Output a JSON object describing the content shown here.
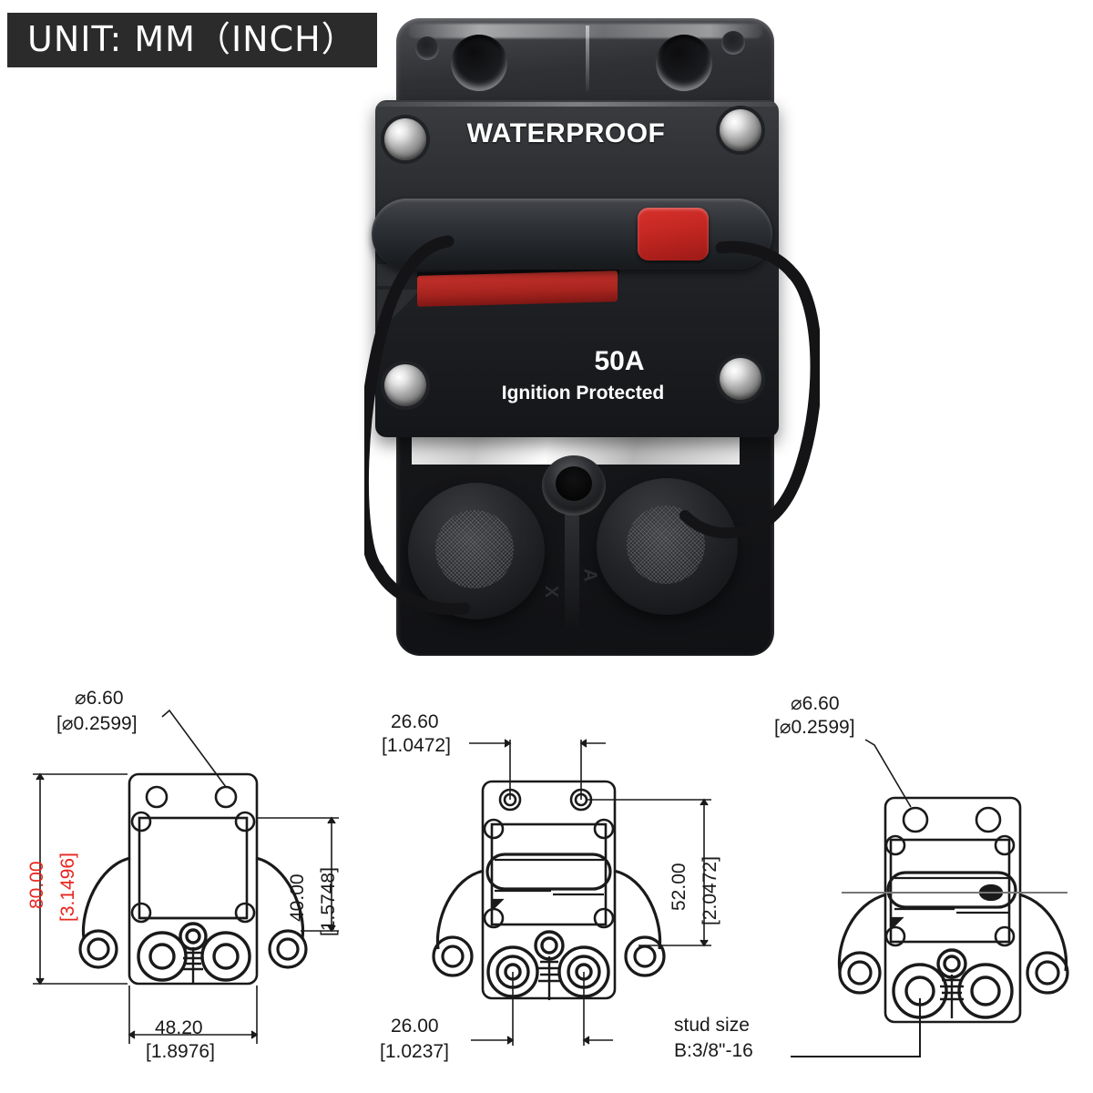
{
  "badge": {
    "unit_label": "UNIT: MM（INCH）"
  },
  "product": {
    "brand_text": "WATERPROOF",
    "amperage": "50A",
    "certification": "Ignition Protected",
    "terminal_mark_left": "X",
    "terminal_mark_right": "A",
    "colors": {
      "body": "#232529",
      "reset_button": "#c32722",
      "reset_strip": "#a8241f",
      "screw": "#c9c9c9"
    }
  },
  "drawings": [
    {
      "id": "front-view",
      "labels": {
        "hole_dia_mm": "⌀6.60",
        "hole_dia_in": "[⌀0.2599]",
        "height_mm": "80.00",
        "height_in": "[3.1496]",
        "hole_spacing_mm": "40.00",
        "hole_spacing_in": "[1.5748]",
        "width_mm": "48.20",
        "width_in": "[1.8976]"
      }
    },
    {
      "id": "middle-view",
      "labels": {
        "top_offset_mm": "26.60",
        "top_offset_in": "[1.0472]",
        "vertical_mm": "52.00",
        "vertical_in": "[2.0472]",
        "bottom_offset_mm": "26.00",
        "bottom_offset_in": "[1.0237]"
      }
    },
    {
      "id": "right-view",
      "labels": {
        "hole_dia_mm": "⌀6.60",
        "hole_dia_in": "[⌀0.2599]",
        "stud_note_line1": "stud size",
        "stud_note_line2": "B:3/8\"-16"
      }
    }
  ],
  "accent_colors": {
    "badge_background": "#2b2b2b",
    "badge_text": "#ffffff",
    "dimension_highlight": "#e8251f",
    "drawing_line": "#1a1a1a",
    "page_background": "#ffffff"
  }
}
